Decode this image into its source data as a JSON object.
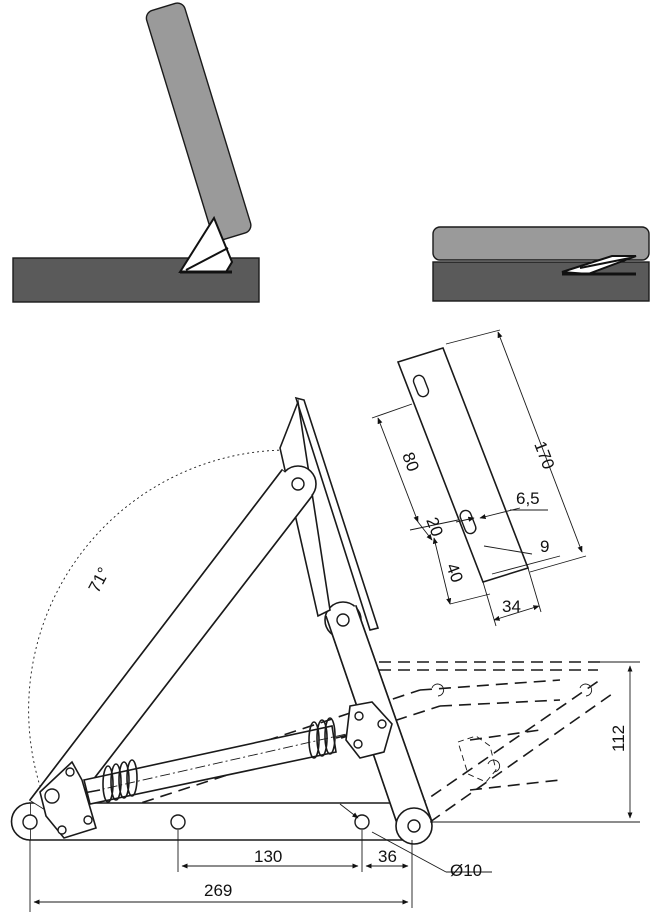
{
  "dimensions": {
    "angle": "71°",
    "plate_length": "170",
    "slot_spacing": "80",
    "slot_width": "6,5",
    "slot_length": "20",
    "slot_offset": "40",
    "edge_offset": "9",
    "plate_width": "34",
    "height": "112",
    "hole_spacing": "130",
    "hole_edge": "36",
    "hole_diameter": "Ø10",
    "overall_length": "269"
  }
}
